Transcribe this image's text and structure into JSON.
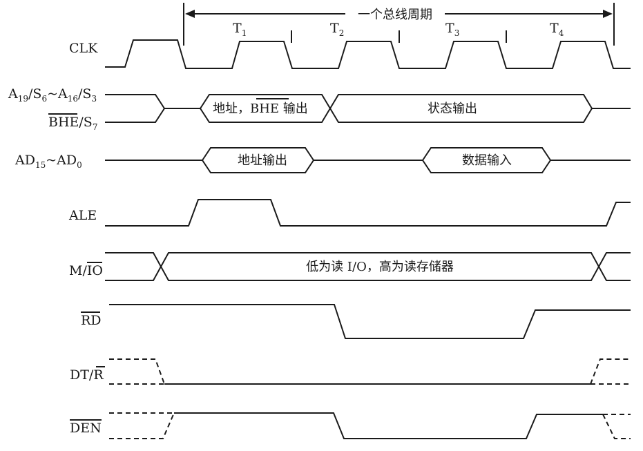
{
  "title": "一个总线周期",
  "periods": [
    {
      "letter": "T",
      "sub": "1"
    },
    {
      "letter": "T",
      "sub": "2"
    },
    {
      "letter": "T",
      "sub": "3"
    },
    {
      "letter": "T",
      "sub": "4"
    }
  ],
  "signals": {
    "clk": "CLK",
    "addr_status": {
      "a_letter": "A",
      "a_sub1": "19",
      "s_mid": "/S",
      "s_sub1": "6",
      "tilde": "~A",
      "a_sub2": "16",
      "s_mid2": "/S",
      "s_sub2": "3",
      "bhe": "BHE",
      "s7": "/S",
      "s7_sub": "7"
    },
    "ad_bus": {
      "ad": "AD",
      "sub1": "15",
      "tilde": "~AD",
      "sub2": "0"
    },
    "ale": "ALE",
    "mio": {
      "m": "M/",
      "io": "IO"
    },
    "rd": "RD",
    "dtr": {
      "dt": "DT/",
      "r": "R"
    },
    "den": "DEN"
  },
  "boxes": {
    "addr_bhe": {
      "prefix": "地址，",
      "bhe": "BHE",
      "suffix": " 输出"
    },
    "status_out": "状态输出",
    "addr_out": "地址输出",
    "data_in": "数据输入",
    "mio_desc": "低为读 I/O，高为读存储器"
  }
}
